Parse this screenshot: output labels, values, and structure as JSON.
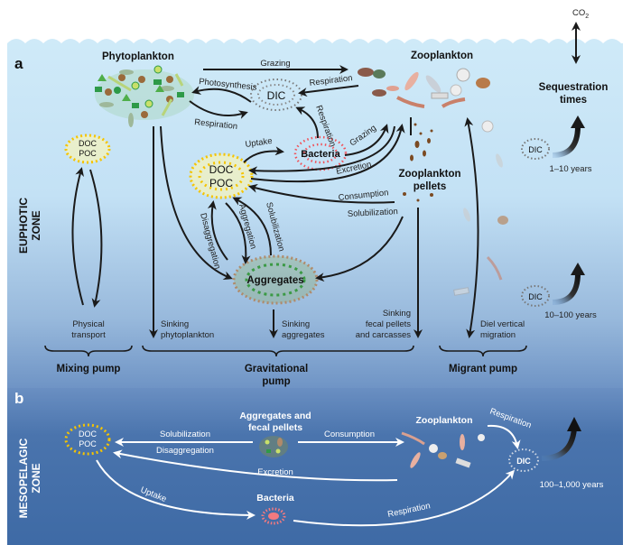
{
  "panel_a": {
    "label": "a",
    "zone_label_line1": "EUPHOTIC",
    "zone_label_line2": "ZONE",
    "atmosphere": {
      "gas": "CO",
      "gas_subscript": "2"
    },
    "nodes": {
      "phytoplankton": "Phytoplankton",
      "zooplankton": "Zooplankton",
      "dic_main": "DIC",
      "bacteria": "Bacteria",
      "doc": "DOC",
      "poc": "POC",
      "mixing_doc": "DOC",
      "mixing_poc": "POC",
      "pellets_line1": "Zooplankton",
      "pellets_line2": "pellets",
      "aggregates": "Aggregates",
      "dic_1": "DIC",
      "dic_2": "DIC"
    },
    "flows": {
      "grazing_top": "Grazing",
      "photosynthesis": "Photosynthesis",
      "respiration_phyto": "Respiration",
      "respiration_zoo": "Respiration",
      "respiration_bact": "Respiration",
      "uptake": "Uptake",
      "grazing_bact": "Grazing",
      "excretion": "Excretion",
      "consumption": "Consumption",
      "solubilization_right": "Solubilization",
      "disaggregation": "Disaggregation",
      "aggregation": "Aggregation",
      "solubilization_mid": "Solubilization"
    },
    "sinking": {
      "physical_line1": "Physical",
      "physical_line2": "transport",
      "phyto_line1": "Sinking",
      "phyto_line2": "phytoplankton",
      "agg_line1": "Sinking",
      "agg_line2": "aggregates",
      "fecal_line1": "Sinking",
      "fecal_line2": "fecal pellets",
      "fecal_line3": "and carcasses",
      "diel_line1": "Diel vertical",
      "diel_line2": "migration"
    },
    "pumps": {
      "mixing": "Mixing pump",
      "gravitational_line1": "Gravitational",
      "gravitational_line2": "pump",
      "migrant": "Migrant pump"
    },
    "sequestration": {
      "title_line1": "Sequestration",
      "title_line2": "times",
      "time_1": "1–10 years",
      "time_2": "10–100 years"
    }
  },
  "panel_b": {
    "label": "b",
    "zone_label_line1": "MESOPELAGIC",
    "zone_label_line2": "ZONE",
    "nodes": {
      "doc": "DOC",
      "poc": "POC",
      "agg_line1": "Aggregates and",
      "agg_line2": "fecal pellets",
      "zooplankton": "Zooplankton",
      "bacteria": "Bacteria",
      "dic": "DIC"
    },
    "flows": {
      "solubilization": "Solubilization",
      "disaggregation": "Disaggregation",
      "consumption": "Consumption",
      "excretion": "Excretion",
      "uptake": "Uptake",
      "respiration_bact": "Respiration",
      "respiration_zoo": "Respiration"
    },
    "sequestration_time": "100–1,000 years"
  },
  "colors": {
    "surface_water": "#cdeaf8",
    "euphotic_bottom": "#7a9ecb",
    "mesopelagic": "#3e6aa6",
    "arrow_dark": "#1a1a1a",
    "arrow_light": "#ffffff",
    "bacteria_red": "#f0525a",
    "doc_yellow": "#f5c400",
    "phyto_green": "#2e9a48",
    "pellet_brown": "#7b4a22"
  }
}
